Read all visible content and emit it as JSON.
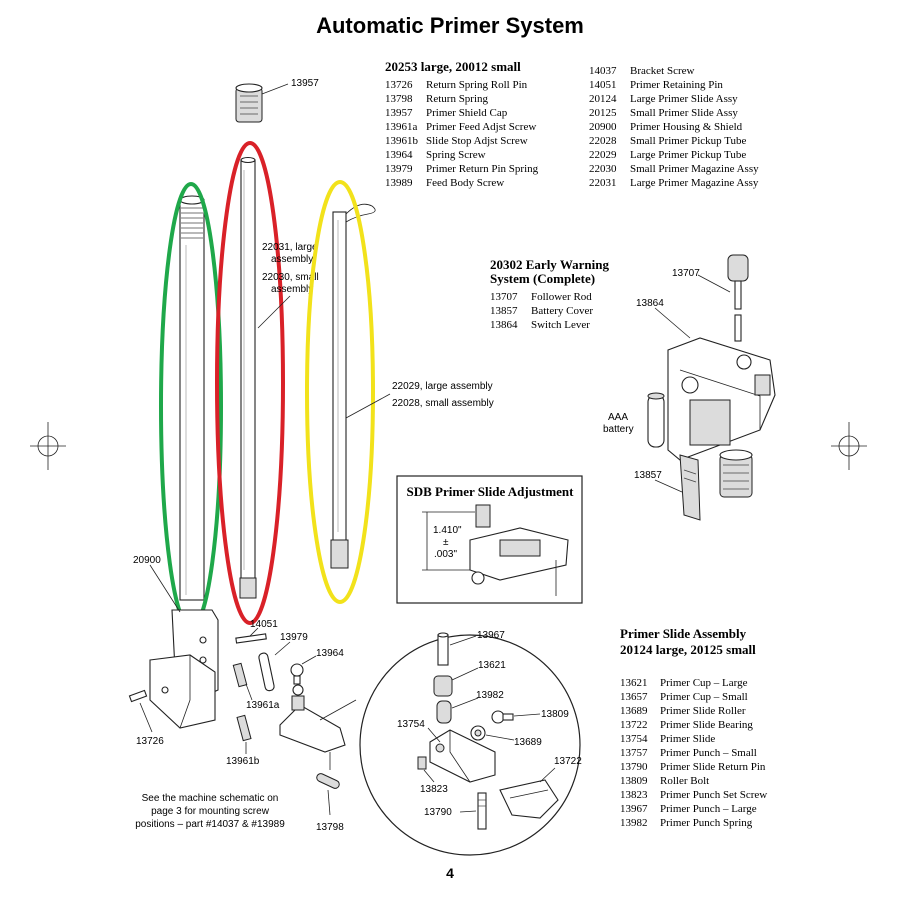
{
  "title": "Automatic Primer System",
  "page_number": "4",
  "colors": {
    "green_highlight": "#1fa84a",
    "red_highlight": "#d92128",
    "yellow_highlight": "#f2e21b"
  },
  "kit_list": {
    "heading": "20253 large, 20012 small",
    "col1": [
      {
        "num": "13726",
        "desc": "Return Spring Roll Pin"
      },
      {
        "num": "13798",
        "desc": "Return Spring"
      },
      {
        "num": "13957",
        "desc": "Primer Shield Cap"
      },
      {
        "num": "13961a",
        "desc": "Primer Feed Adjst Screw"
      },
      {
        "num": "13961b",
        "desc": "Slide Stop Adjst Screw"
      },
      {
        "num": "13964",
        "desc": "Spring Screw"
      },
      {
        "num": "13979",
        "desc": "Primer Return Pin Spring"
      },
      {
        "num": "13989",
        "desc": "Feed Body Screw"
      }
    ],
    "col2": [
      {
        "num": "14037",
        "desc": "Bracket Screw"
      },
      {
        "num": "14051",
        "desc": "Primer Retaining Pin"
      },
      {
        "num": "20124",
        "desc": "Large Primer Slide Assy"
      },
      {
        "num": "20125",
        "desc": "Small Primer Slide Assy"
      },
      {
        "num": "20900",
        "desc": "Primer Housing & Shield"
      },
      {
        "num": "22028",
        "desc": "Small Primer Pickup Tube"
      },
      {
        "num": "22029",
        "desc": "Large Primer Pickup Tube"
      },
      {
        "num": "22030",
        "desc": "Small Primer Magazine Assy"
      },
      {
        "num": "22031",
        "desc": "Large Primer Magazine Assy"
      }
    ]
  },
  "warning_system": {
    "heading_line1": "20302 Early Warning",
    "heading_line2": "System (Complete)",
    "items": [
      {
        "num": "13707",
        "desc": "Follower Rod"
      },
      {
        "num": "13857",
        "desc": "Battery Cover"
      },
      {
        "num": "13864",
        "desc": "Switch Lever"
      }
    ],
    "battery_label_1": "AAA",
    "battery_label_2": "battery"
  },
  "sdb_box": {
    "heading": "SDB Primer Slide Adjustment",
    "dim_1": "1.410\"",
    "dim_2": "±",
    "dim_3": ".003\""
  },
  "slide_assembly": {
    "heading_line1": "Primer Slide Assembly",
    "heading_line2": "20124 large, 20125 small",
    "items": [
      {
        "num": "13621",
        "desc": "Primer Cup – Large"
      },
      {
        "num": "13657",
        "desc": "Primer Cup – Small"
      },
      {
        "num": "13689",
        "desc": "Primer Slide Roller"
      },
      {
        "num": "13722",
        "desc": "Primer Slide Bearing"
      },
      {
        "num": "13754",
        "desc": "Primer Slide"
      },
      {
        "num": "13757",
        "desc": "Primer Punch – Small"
      },
      {
        "num": "13790",
        "desc": "Primer Slide Return Pin"
      },
      {
        "num": "13809",
        "desc": "Roller Bolt"
      },
      {
        "num": "13823",
        "desc": "Primer Punch Set Screw"
      },
      {
        "num": "13967",
        "desc": "Primer Punch – Large"
      },
      {
        "num": "13982",
        "desc": "Primer Punch Spring"
      }
    ]
  },
  "callouts": {
    "c13957": "13957",
    "c22031_a": "22031, large",
    "c22031_b": "assembly",
    "c22030_a": "22030, small",
    "c22030_b": "assembly",
    "c22029": "22029, large assembly",
    "c22028": "22028, small assembly",
    "c20900": "20900",
    "c14051": "14051",
    "c13979": "13979",
    "c13964": "13964",
    "c13961a": "13961a",
    "c13726": "13726",
    "c13961b": "13961b",
    "c13798": "13798",
    "c13707": "13707",
    "c13864": "13864",
    "c13857": "13857",
    "c13967": "13967",
    "c13621": "13621",
    "c13982": "13982",
    "c13809": "13809",
    "c13754": "13754",
    "c13689": "13689",
    "c13722": "13722",
    "c13823": "13823",
    "c13790": "13790"
  },
  "note": {
    "line1": "See the machine schematic on",
    "line2": "page 3 for mounting screw",
    "line3": "positions – part #14037 & #13989"
  }
}
